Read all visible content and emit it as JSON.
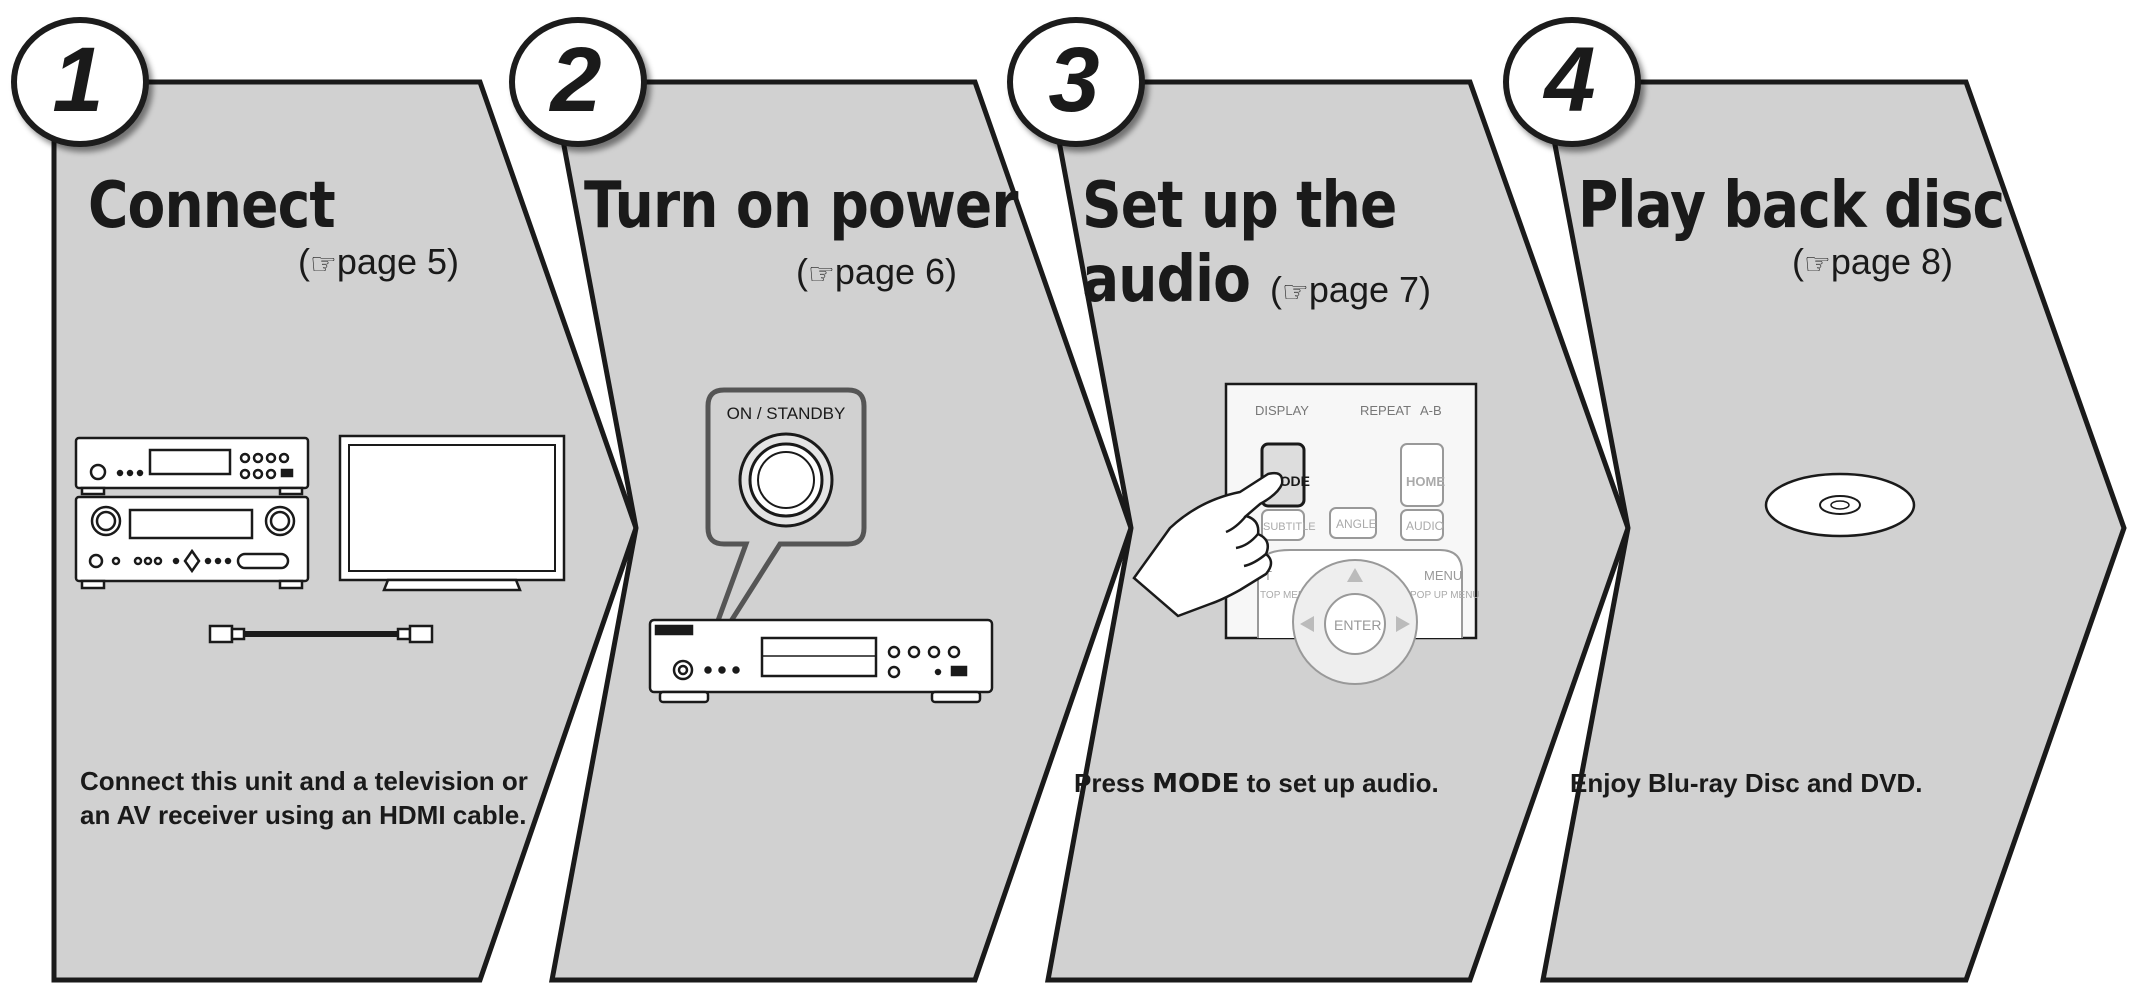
{
  "steps": [
    {
      "number": "1",
      "title": "Connect",
      "page_ref": "page 5",
      "description": "Connect this unit and a television or an AV receiver using an HDMI cable."
    },
    {
      "number": "2",
      "title": "Turn on power",
      "page_ref": "page 6",
      "button_label": "ON / STANDBY"
    },
    {
      "number": "3",
      "title_line1": "Set up the",
      "title_line2": "audio",
      "page_ref": "page 7",
      "description_pre": "Press ",
      "description_key": "MODE",
      "description_post": " to set up audio.",
      "remote": {
        "display": "DISPLAY",
        "repeat": "REPEAT",
        "ab": "A-B",
        "mode": "MODE",
        "home": "HOME",
        "subtitle": "SUBTITLE",
        "angle": "ANGLE",
        "audio": "AUDIO",
        "t": "T",
        "top_menu": "TOP MENU",
        "menu": "MENU",
        "popup_menu": "POP UP MENU",
        "enter": "ENTER"
      }
    },
    {
      "number": "4",
      "title": "Play back disc",
      "page_ref": "page 8",
      "description": "Enjoy Blu-ray Disc and DVD."
    }
  ],
  "reference_icon": "pointing-hand-icon",
  "colors": {
    "panel_fill": "#d1d1d1",
    "outline": "#1a1a1a",
    "text": "#1a1a1a"
  }
}
